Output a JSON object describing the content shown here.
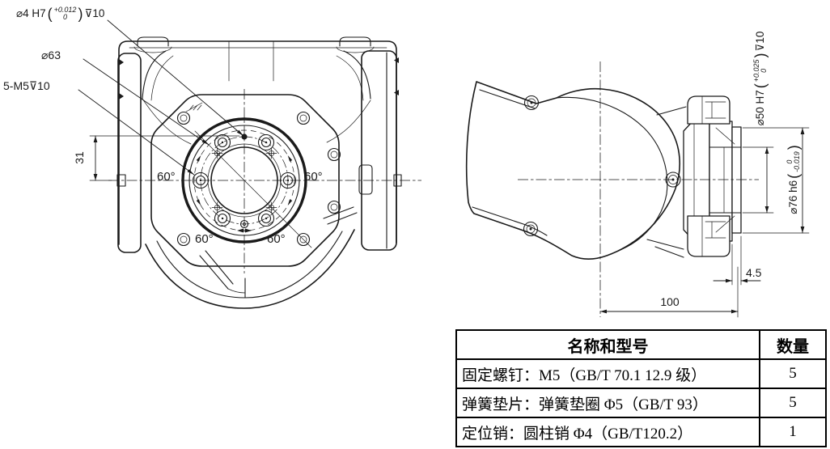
{
  "drawing": {
    "front_view": {
      "pin_dim": {
        "dia": "⌀4 H7",
        "tol_upper": "+0.012",
        "tol_lower": "0",
        "depth": "⊽10"
      },
      "bolt_circle_dia": "⌀63",
      "thread_callout": "5-M5⊽10",
      "pin_offset": "31",
      "angle_labels": [
        "60°",
        "60°",
        "60°",
        "60°"
      ]
    },
    "side_view": {
      "bore_dim": {
        "dia": "⌀50 H7",
        "tol_upper": "+0.025",
        "tol_lower": "0",
        "depth": "⊽10"
      },
      "flange_dim": {
        "dia": "⌀76 h6",
        "tol_upper": "0",
        "tol_lower": "-0.019"
      },
      "boss_depth": "4.5",
      "mount_width": "100"
    },
    "syms": {
      "lp": "(",
      "rp": ")"
    }
  },
  "parts_table": {
    "headers": [
      "名称和型号",
      "数量"
    ],
    "rows": [
      {
        "name": "固定螺钉：M5（GB/T 70.1 12.9 级）",
        "qty": "5"
      },
      {
        "name": "弹簧垫片：弹簧垫圈 Φ5（GB/T 93）",
        "qty": "5"
      },
      {
        "name": "定位销：圆柱销 Φ4（GB/T120.2）",
        "qty": "1"
      }
    ]
  },
  "colors": {
    "line": "#1a1a1a",
    "background": "#ffffff"
  }
}
